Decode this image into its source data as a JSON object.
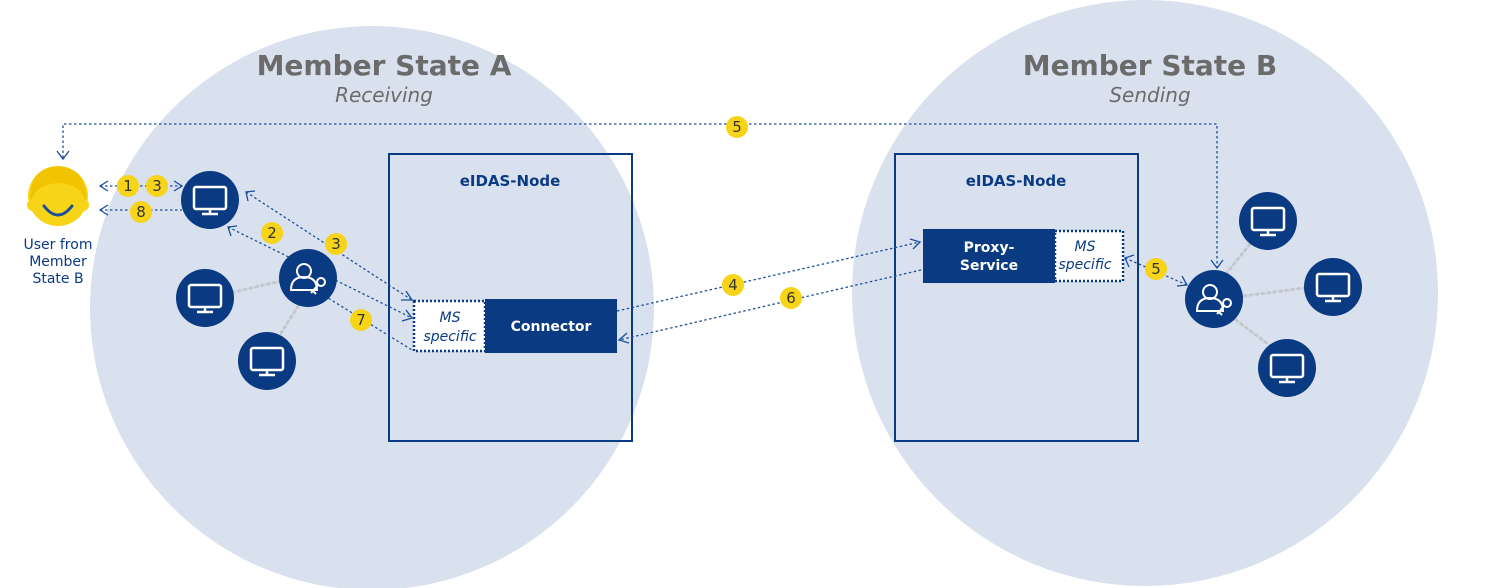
{
  "member_state_a": {
    "title": "Member State A",
    "subtitle": "Receiving"
  },
  "member_state_b": {
    "title": "Member State B",
    "subtitle": "Sending"
  },
  "node_a": {
    "title": "eIDAS-Node",
    "connector": "Connector",
    "ms_specific": [
      "MS",
      "specific"
    ]
  },
  "node_b": {
    "title": "eIDAS-Node",
    "proxy_service": [
      "Proxy-",
      "Service"
    ],
    "ms_specific": [
      "MS",
      "specific"
    ]
  },
  "user": {
    "label": [
      "User from",
      "Member",
      "State B"
    ]
  },
  "steps": [
    "1",
    "3",
    "8",
    "2",
    "3",
    "7",
    "4",
    "6",
    "5",
    "5"
  ],
  "colors": {
    "circle": "#d9e1ee",
    "navy": "#0a3a82",
    "badge": "#f7d417",
    "user": "#f7d417"
  },
  "icons": [
    "user-avatar-icon",
    "computer-icon",
    "identity-provider-icon"
  ]
}
